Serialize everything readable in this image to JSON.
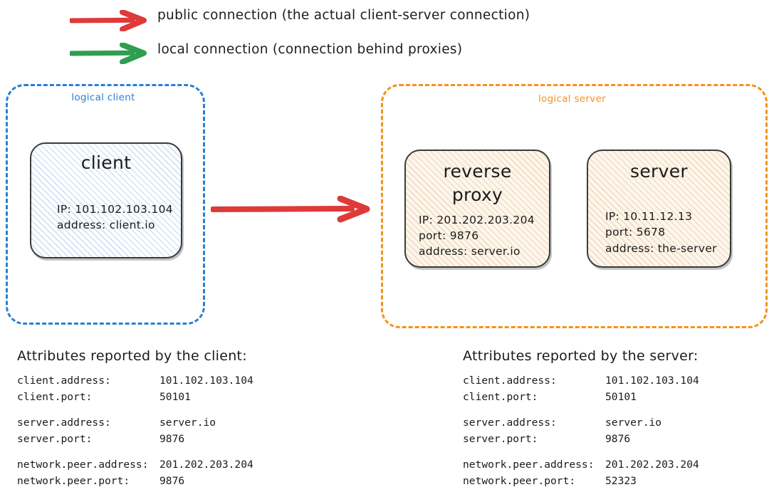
{
  "legend": {
    "items": [
      {
        "icon": "red-arrow-icon",
        "color": "#de3a3a",
        "label": "public connection (the actual client-server connection)"
      },
      {
        "icon": "green-arrow-icon",
        "color": "#2f9e4f",
        "label": "local connection (connection behind proxies)"
      }
    ]
  },
  "diagram": {
    "client_group": {
      "label": "logical client",
      "color": "#2a7fd4",
      "node": {
        "title": "client",
        "lines": [
          "IP: 101.102.103.104",
          "address: client.io"
        ]
      }
    },
    "server_group": {
      "label": "logical server",
      "color": "#f5911e",
      "nodes": [
        {
          "title": "reverse\nproxy",
          "lines": [
            "IP: 201.202.203.204",
            "port: 9876",
            "address: server.io"
          ]
        },
        {
          "title": "server",
          "lines": [
            "IP: 10.11.12.13",
            "port: 5678",
            "address: the-server"
          ]
        }
      ]
    },
    "main_arrow": {
      "icon": "red-arrow-icon",
      "color": "#de3a3a"
    }
  },
  "attributes": {
    "client_report": {
      "heading": "Attributes reported by the client:",
      "rows": [
        {
          "key": "client.address:",
          "value": "101.102.103.104"
        },
        {
          "key": "client.port:",
          "value": "50101"
        },
        {
          "key": "",
          "value": ""
        },
        {
          "key": "server.address:",
          "value": "server.io"
        },
        {
          "key": "server.port:",
          "value": "9876"
        },
        {
          "key": "",
          "value": ""
        },
        {
          "key": "network.peer.address:",
          "value": "201.202.203.204"
        },
        {
          "key": "network.peer.port:",
          "value": "9876"
        }
      ]
    },
    "server_report": {
      "heading": "Attributes reported by the server:",
      "rows": [
        {
          "key": "client.address:",
          "value": "101.102.103.104"
        },
        {
          "key": "client.port:",
          "value": "50101"
        },
        {
          "key": "",
          "value": ""
        },
        {
          "key": "server.address:",
          "value": "server.io"
        },
        {
          "key": "server.port:",
          "value": "9876"
        },
        {
          "key": "",
          "value": ""
        },
        {
          "key": "network.peer.address:",
          "value": "201.202.203.204"
        },
        {
          "key": "network.peer.port:",
          "value": "52323"
        }
      ]
    }
  }
}
